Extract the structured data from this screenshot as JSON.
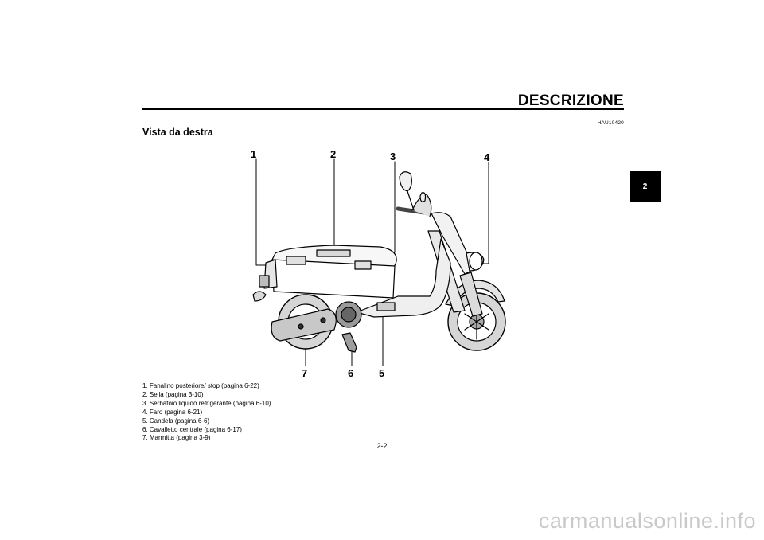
{
  "header": {
    "section_title": "DESCRIZIONE",
    "chapter_tab": "2"
  },
  "code": "HAU10420",
  "subtitle": "Vista da destra",
  "callouts": [
    "1",
    "2",
    "3",
    "4",
    "5",
    "6",
    "7"
  ],
  "legend": [
    "1. Fanalino posteriore/ stop (pagina 6-22)",
    "2. Sella (pagina 3-10)",
    "3. Serbatoio liquido refrigerante (pagina 6-10)",
    "4. Faro (pagina 6-21)",
    "5. Candela (pagina 6-6)",
    "6. Cavalletto centrale (pagina 6-17)",
    "7. Marmitta (pagina 3-9)"
  ],
  "page_number": "2-2",
  "watermark": "carmanualsonline.info"
}
